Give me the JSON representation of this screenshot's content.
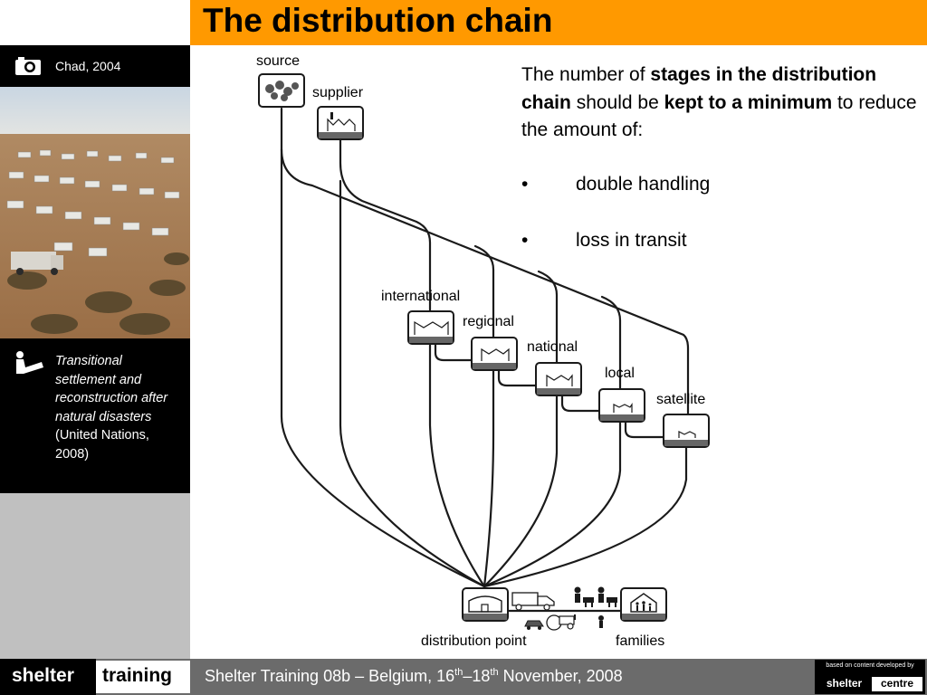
{
  "header": {
    "title": "The distribution chain"
  },
  "sidebar": {
    "photo_caption": "Chad, 2004",
    "reference": {
      "title": "Transitional settlement and reconstruction after natural disasters",
      "source": "(United Nations, 2008)"
    }
  },
  "main": {
    "intro": {
      "p1": "The number of ",
      "b1": "stages in the distribution chain",
      "p2": " should be ",
      "b2": "kept to a minimum",
      "p3": " to reduce the amount of:"
    },
    "bullets": [
      "double handling",
      "loss in transit"
    ],
    "bullet_symbol": "•"
  },
  "diagram": {
    "nodes": {
      "source": "source",
      "supplier": "supplier",
      "international": "international",
      "regional": "regional",
      "national": "national",
      "local": "local",
      "satellite": "satellite",
      "distribution_point": "distribution point",
      "families": "families"
    }
  },
  "footer": {
    "brand_left": "shelter",
    "brand_right": "training",
    "event_prefix": "Shelter Training 08b – Belgium, 16",
    "sup1": "th",
    "event_mid": "–18",
    "sup2": "th",
    "event_suffix": " November, 2008",
    "credit_small": "based on content developed by",
    "credit_left": "shelter",
    "credit_right": "centre"
  },
  "colors": {
    "accent": "#ff9900",
    "sidebar": "#c0c0c0",
    "footer": "#6b6b6b"
  }
}
